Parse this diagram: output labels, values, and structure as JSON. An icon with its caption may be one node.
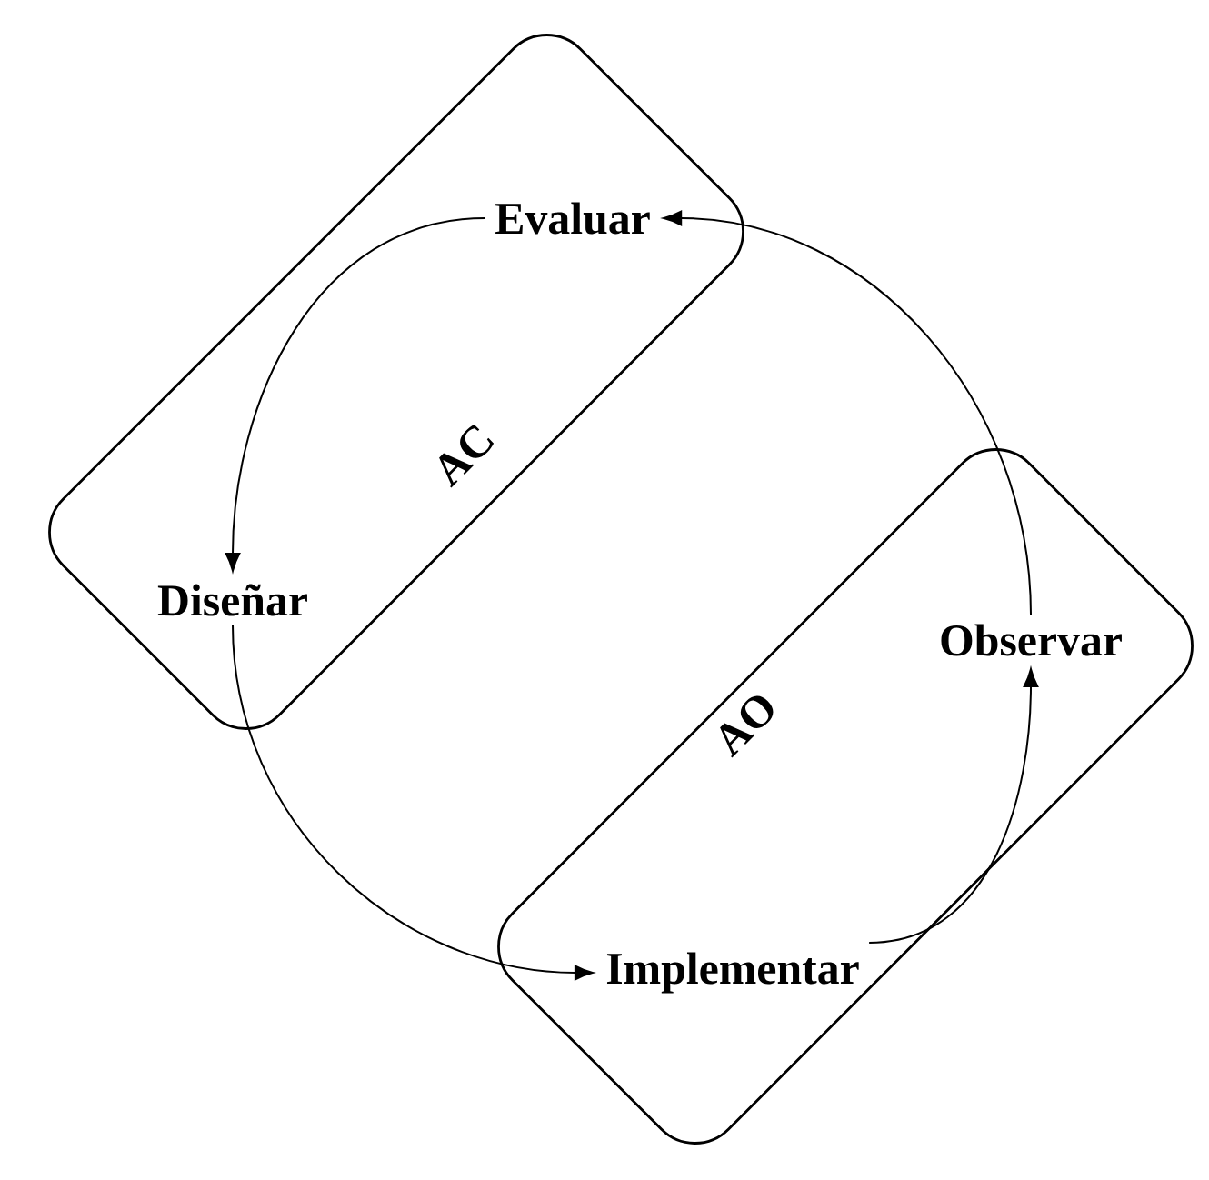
{
  "diagram": {
    "nodes": [
      {
        "text": [
          "AC"
        ]
      },
      {
        "text": [
          "Evaluar"
        ]
      },
      {
        "text": [
          "Diseñar"
        ]
      },
      {
        "text": [
          "AO"
        ]
      },
      {
        "text": [
          "Implementar"
        ]
      },
      {
        "text": [
          "Observar"
        ]
      }
    ],
    "edges": [
      {
        "from": 1,
        "to": 2,
        "arrow": "to"
      },
      {
        "from": 2,
        "to": 4,
        "arrow": "to"
      },
      {
        "from": 4,
        "to": 5,
        "arrow": "to"
      },
      {
        "from": 5,
        "to": 1,
        "arrow": "to"
      }
    ]
  }
}
